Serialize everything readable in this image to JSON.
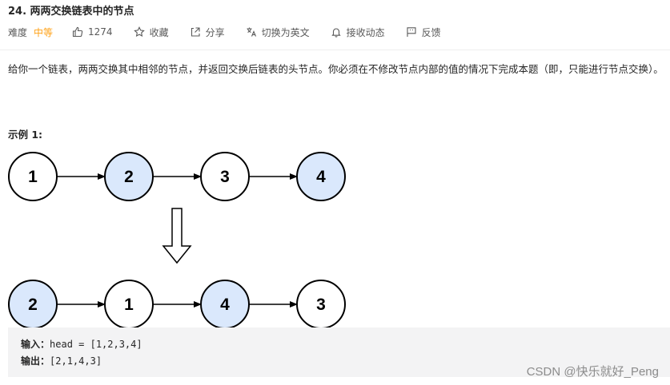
{
  "problem": {
    "title": "24. 两两交换链表中的节点"
  },
  "toolbar": {
    "difficulty_label": "难度",
    "difficulty_value": "中等",
    "likes": "1274",
    "favorite_label": "收藏",
    "share_label": "分享",
    "switch_lang_label": "切换为英文",
    "subscribe_label": "接收动态",
    "feedback_label": "反馈",
    "colors": {
      "difficulty": "#ffa116"
    },
    "icons": [
      "thumbs-up-icon",
      "star-icon",
      "share-icon",
      "translate-icon",
      "bell-icon",
      "flag-icon"
    ]
  },
  "description": {
    "text": "给你一个链表，两两交换其中相邻的节点，并返回交换后链表的头节点。你必须在不修改节点内部的值的情况下完成本题（即，只能进行节点交换）。"
  },
  "example": {
    "title": "示例 1:",
    "before_nodes": [
      {
        "label": "1",
        "highlight": false
      },
      {
        "label": "2",
        "highlight": true
      },
      {
        "label": "3",
        "highlight": false
      },
      {
        "label": "4",
        "highlight": true
      }
    ],
    "after_nodes": [
      {
        "label": "2",
        "highlight": true
      },
      {
        "label": "1",
        "highlight": false
      },
      {
        "label": "4",
        "highlight": true
      },
      {
        "label": "3",
        "highlight": false
      }
    ],
    "colors": {
      "highlight_fill": "#dae8fc",
      "normal_fill": "#ffffff",
      "stroke": "#000000"
    },
    "input_label": "输入：",
    "input_value": "head = [1,2,3,4]",
    "output_label": "输出：",
    "output_value": "[2,1,4,3]"
  },
  "watermark": {
    "text": "CSDN @快乐就好_Peng"
  }
}
